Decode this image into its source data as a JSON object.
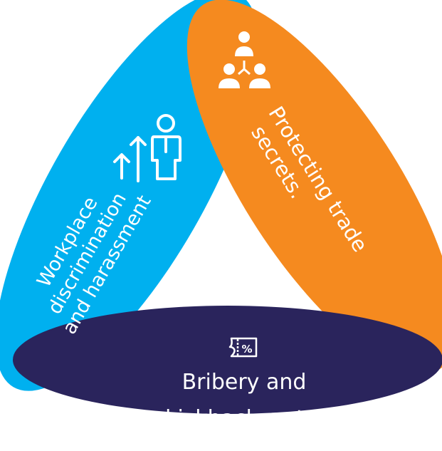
{
  "diagram": {
    "segments": [
      {
        "id": "workplace",
        "lines": [
          "Workplace",
          "discrimination",
          "and harassment"
        ],
        "color": "#00B0EF",
        "icon": "person-growth-icon"
      },
      {
        "id": "trade-secrets",
        "lines": [
          "Protecting trade",
          "secrets."
        ],
        "color": "#F58A1F",
        "icon": "org-hierarchy-icon"
      },
      {
        "id": "bribery",
        "lines": [
          "Bribery and",
          "kickbacks, etc."
        ],
        "color": "#2A245C",
        "icon": "discount-ticket-icon"
      }
    ]
  }
}
